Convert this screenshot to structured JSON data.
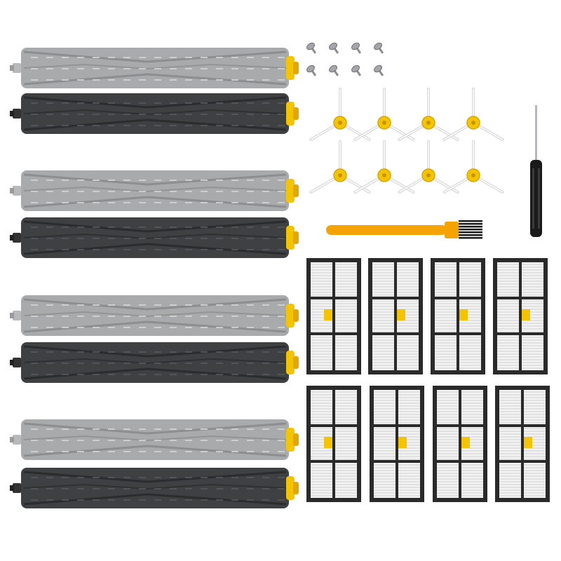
{
  "scene": {
    "background": "#ffffff",
    "roller_pairs": [
      {
        "light": "light-roller",
        "dark": "dark-roller"
      },
      {
        "light": "light-roller",
        "dark": "dark-roller"
      },
      {
        "light": "light-roller",
        "dark": "dark-roller"
      },
      {
        "light": "light-roller",
        "dark": "dark-roller"
      }
    ],
    "screw_count": 8,
    "side_brush_count": 8,
    "filter_count": 8,
    "tools": [
      "cleaning-brush-tool",
      "screwdriver"
    ],
    "colors": {
      "light_roller": "#a9aaab",
      "light_roller_shade": "#8d8e8f",
      "dark_roller": "#3f4042",
      "dark_roller_shade": "#2b2c2e",
      "accent_yellow": "#f5c400",
      "filter_frame": "#2a2a2a",
      "filter_media": "#f3f3f3",
      "bristle": "#eeeeee",
      "brush_tool": "#f5a300",
      "screw_metal": "#8a8d91"
    }
  }
}
